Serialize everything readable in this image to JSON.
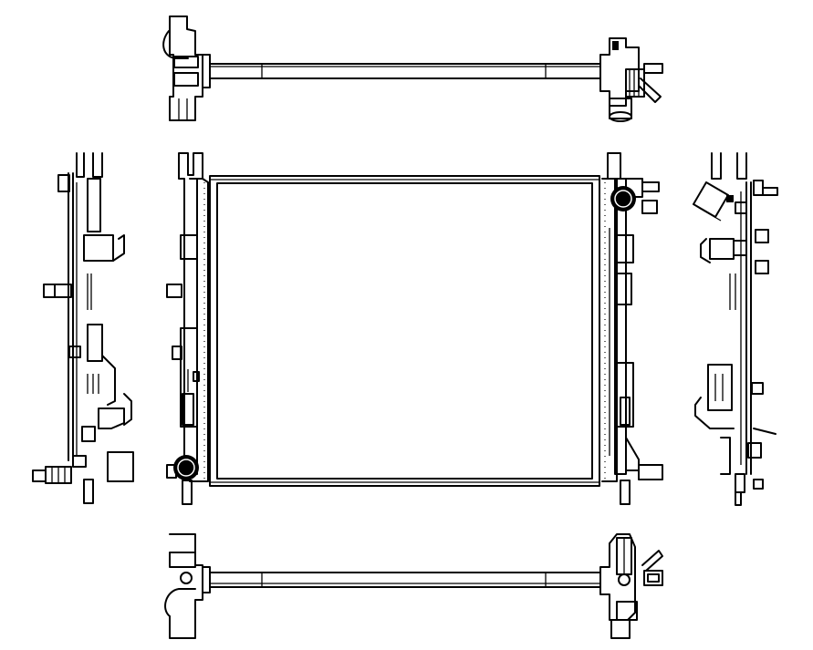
{
  "drawing": {
    "subject": "radiator",
    "views": [
      {
        "id": "top-view",
        "label": ""
      },
      {
        "id": "front-view",
        "label": ""
      },
      {
        "id": "left-side-view",
        "label": ""
      },
      {
        "id": "right-side-view",
        "label": ""
      },
      {
        "id": "bottom-view",
        "label": ""
      }
    ],
    "colors": {
      "line": "#000000",
      "background": "#ffffff"
    }
  }
}
